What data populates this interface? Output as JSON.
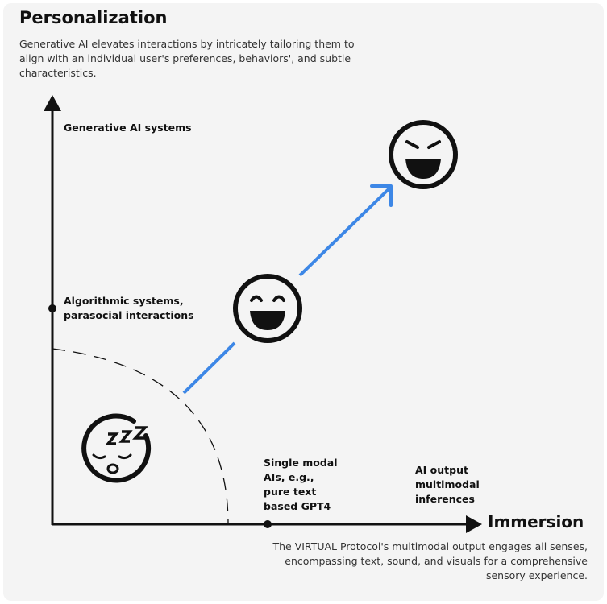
{
  "title": "Personalization",
  "description": "Generative AI elevates interactions by intricately tailoring them to align with an individual user's preferences, behaviors', and subtle characteristics.",
  "x_axis": {
    "title": "Immersion",
    "description": "The VIRTUAL Protocol's multimodal output engages all senses, encompassing text, sound, and visuals for a comprehensive sensory experience."
  },
  "y_axis_labels": {
    "top": "Generative AI systems",
    "middle_line1": "Algorithmic systems,",
    "middle_line2": "parasocial interactions"
  },
  "x_axis_labels": {
    "single_modal": [
      "Single modal",
      "AIs, e.g.,",
      "pure text",
      "based GPT4"
    ],
    "multimodal": [
      "AI output",
      "multimodal",
      "inferences"
    ]
  },
  "icons": {
    "low": "sleeping-face-icon",
    "mid": "grinning-face-icon",
    "high": "devilish-grin-face-icon"
  },
  "colors": {
    "arrow": "#3d87e6",
    "axis": "#111111",
    "background": "#f4f4f4"
  }
}
